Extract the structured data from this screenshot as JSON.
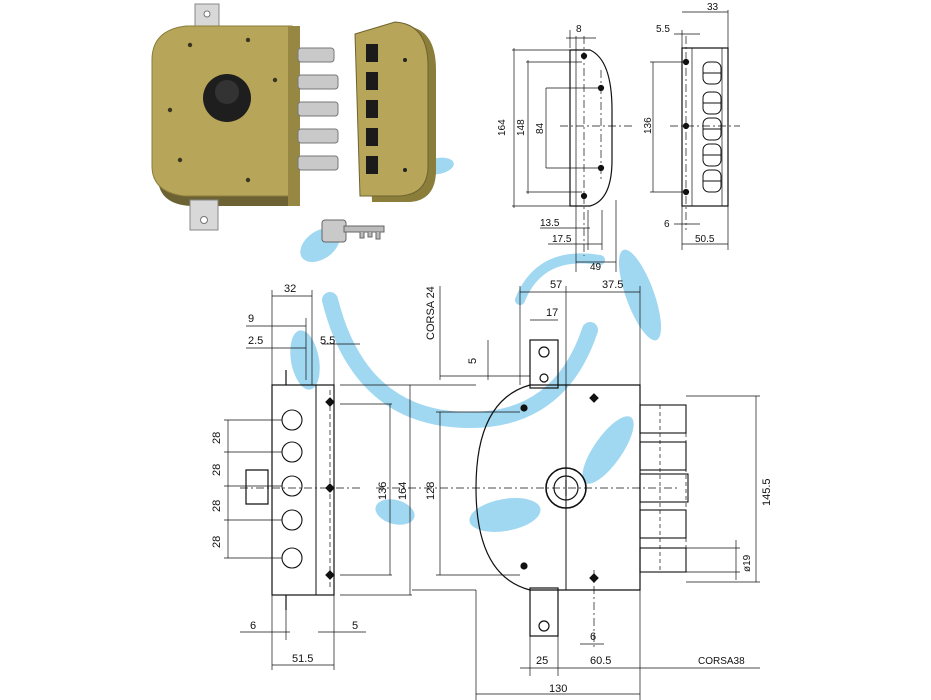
{
  "photo": {
    "lock_body": "lock-body-photo",
    "keeper": "strike-keeper-photo",
    "key": "key-photo"
  },
  "colors": {
    "lock_paint": "#b7a55a",
    "knob": "#222222",
    "bolt": "#c9c9c9",
    "watermark": "#8fd0ef",
    "line": "#111111"
  },
  "top_drawing": {
    "dim_8": "8",
    "dim_5_5": "5.5",
    "dim_33": "33",
    "dim_164": "164",
    "dim_148": "148",
    "dim_84": "84",
    "dim_136": "136",
    "dim_13_5": "13.5",
    "dim_17_5": "17.5",
    "dim_49": "49",
    "dim_6": "6",
    "dim_50_5": "50.5"
  },
  "left_drawing": {
    "dim_32": "32",
    "dim_9": "9",
    "dim_2_5": "2.5",
    "dim_5_5": "5.5",
    "dim_28_a": "28",
    "dim_28_b": "28",
    "dim_28_c": "28",
    "dim_28_d": "28",
    "dim_136": "136",
    "dim_164": "164",
    "dim_6": "6",
    "dim_5": "5",
    "dim_51_5": "51.5"
  },
  "main_drawing": {
    "corsa_24": "CORSA 24",
    "dim_57": "57",
    "dim_37_5": "37.5",
    "dim_17": "17",
    "dim_5": "5",
    "dim_128": "128",
    "dim_145_5": "145.5",
    "dim_phi19": "ø19",
    "dim_6": "6",
    "dim_25": "25",
    "dim_60_5": "60.5",
    "corsa_38": "CORSA38",
    "dim_130": "130"
  }
}
